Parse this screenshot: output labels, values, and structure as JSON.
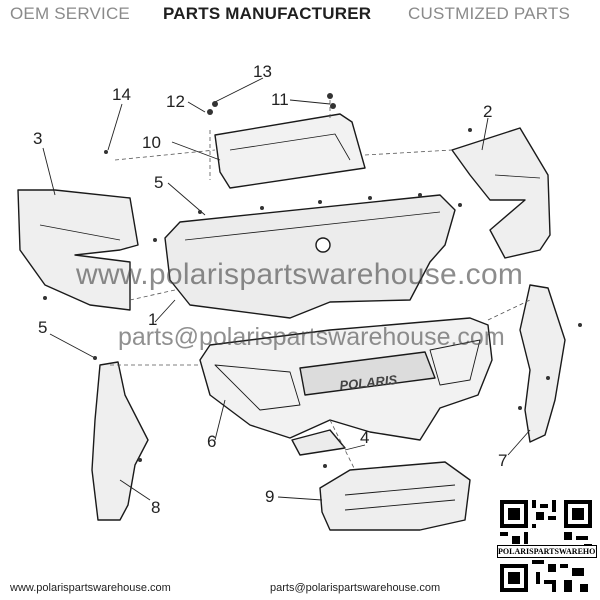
{
  "header": {
    "oem": "OEM SERVICE",
    "manufacturer": "PARTS MANUFACTURER",
    "customized": "CUSTMIZED PARTS"
  },
  "callouts": [
    "1",
    "2",
    "3",
    "4",
    "5",
    "5",
    "6",
    "7",
    "8",
    "9",
    "10",
    "11",
    "12",
    "13",
    "14"
  ],
  "grille_badge": "POLARIS",
  "watermark": {
    "site": "www.polarispartswarehouse.com",
    "email": "parts@polarispartswarehouse.com"
  },
  "footer": {
    "website": "www.polarispartswarehouse.com",
    "email": "parts@polarispartswarehouse.com"
  },
  "qr": {
    "label": "POLARISPARTSWAREHOUSE"
  }
}
